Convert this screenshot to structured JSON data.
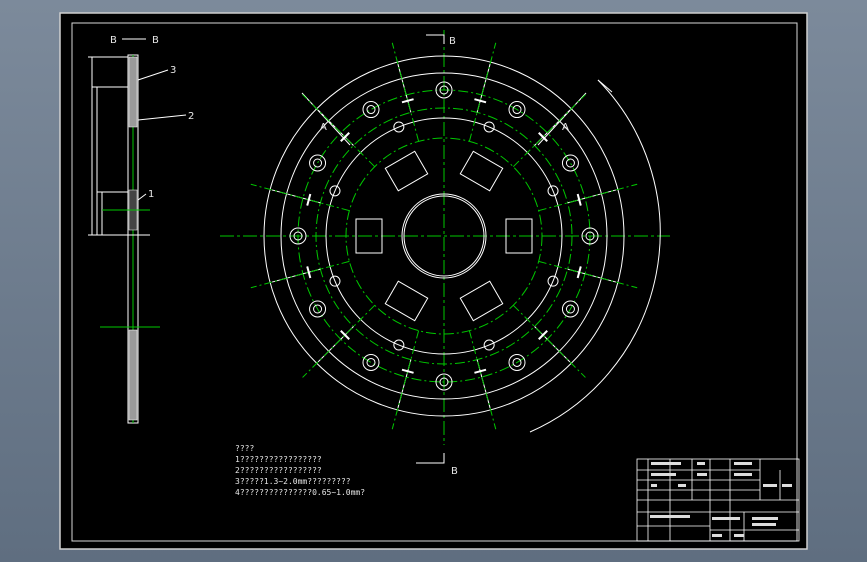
{
  "section_labels": {
    "b_left": "B",
    "b_right": "B",
    "b_top": "B",
    "b_bottom": "B",
    "a_left": "A",
    "a_right": "A"
  },
  "callouts": [
    "3",
    "2",
    "1"
  ],
  "notes": [
    "????",
    "1?????????????????",
    "2?????????????????",
    "3?????1.3~2.0mm?????????",
    "4???????????????0.65~1.0mm?"
  ],
  "colors": {
    "outline": "#ffffff",
    "centerline": "#00c800",
    "dimension": "#ffffff",
    "background": "#000000",
    "title_block": "#ffffff"
  }
}
